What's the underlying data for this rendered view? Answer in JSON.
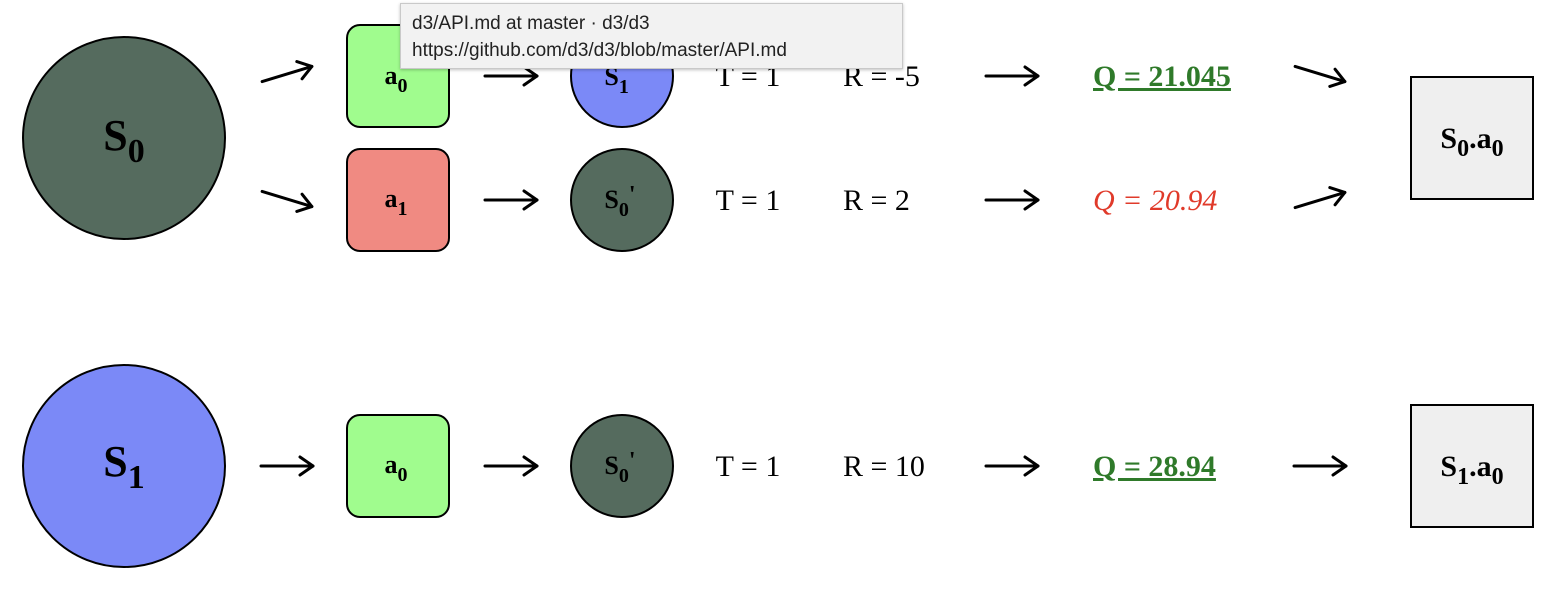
{
  "colors": {
    "state_dark": "#556b5e",
    "state_blue": "#7b89f7",
    "action_green": "#a0fc8e",
    "action_red": "#f08a82",
    "result_box": "#efefef",
    "q_best": "#2f7a2a",
    "q_other": "#e03a2a"
  },
  "arrow_glyph": "→",
  "rows": [
    {
      "state": {
        "base": "S",
        "sub": "0"
      },
      "transitions": [
        {
          "action": {
            "base": "a",
            "sub": "0"
          },
          "next_state": {
            "base": "S",
            "sub": "1",
            "sup": "'"
          },
          "t": "T = 1",
          "r": "R = -5",
          "q": "Q = 21.045",
          "best": true
        },
        {
          "action": {
            "base": "a",
            "sub": "1"
          },
          "next_state": {
            "base": "S",
            "sub": "0",
            "sup": "'"
          },
          "t": "T = 1",
          "r": "R = 2",
          "q": "Q = 20.94",
          "best": false
        }
      ],
      "result": {
        "base": "S",
        "sub": "0",
        "dot": ".",
        "action_base": "a",
        "action_sub": "0"
      }
    },
    {
      "state": {
        "base": "S",
        "sub": "1"
      },
      "transitions": [
        {
          "action": {
            "base": "a",
            "sub": "0"
          },
          "next_state": {
            "base": "S",
            "sub": "0",
            "sup": "'"
          },
          "t": "T = 1",
          "r": "R = 10",
          "q": "Q = 28.94",
          "best": true
        }
      ],
      "result": {
        "base": "S",
        "sub": "1",
        "dot": ".",
        "action_base": "a",
        "action_sub": "0"
      }
    }
  ],
  "tooltip": {
    "title": "d3/API.md at master · d3/d3",
    "url": "https://github.com/d3/d3/blob/master/API.md"
  }
}
